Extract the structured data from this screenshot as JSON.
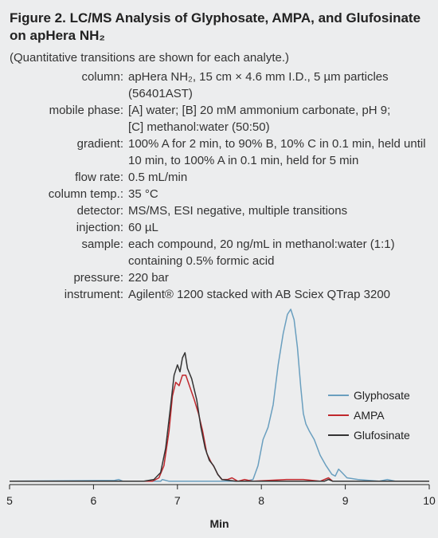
{
  "figure": {
    "title": "Figure 2. LC/MS Analysis of Glyphosate, AMPA, and Glufosinate on apHera NH₂",
    "subtitle": "(Quantitative transitions are shown for each analyte.)"
  },
  "params": [
    {
      "label": "column:",
      "lines": [
        "apHera NH₂, 15 cm × 4.6 mm I.D., 5 µm particles",
        "(56401AST)"
      ]
    },
    {
      "label": "mobile phase:",
      "lines": [
        "[A] water; [B] 20 mM ammonium carbonate, pH 9;",
        "[C] methanol:water (50:50)"
      ]
    },
    {
      "label": "gradient:",
      "lines": [
        "100% A for 2 min, to 90% B, 10% C in 0.1 min, held until",
        "10 min, to 100% A in 0.1 min, held for 5 min"
      ]
    },
    {
      "label": "flow rate:",
      "lines": [
        "0.5 mL/min"
      ]
    },
    {
      "label": "column temp.:",
      "lines": [
        "35 °C"
      ]
    },
    {
      "label": "detector:",
      "lines": [
        "MS/MS, ESI negative, multiple transitions"
      ]
    },
    {
      "label": "injection:",
      "lines": [
        "60 µL"
      ]
    },
    {
      "label": "sample:",
      "lines": [
        "each compound, 20 ng/mL in methanol:water (1:1)",
        "containing 0.5% formic acid"
      ]
    },
    {
      "label": "pressure:",
      "lines": [
        "220 bar"
      ]
    },
    {
      "label": "instrument:",
      "lines": [
        "Agilent® 1200 stacked with AB Sciex QTrap 3200"
      ]
    }
  ],
  "chart_data": {
    "type": "line",
    "title": "",
    "xlabel": "Min",
    "ylabel": "",
    "xlim": [
      5,
      10
    ],
    "ylim": [
      0,
      1
    ],
    "xticks": [
      "5",
      "6",
      "7",
      "8",
      "9",
      "10"
    ],
    "grid": false,
    "legend": "right",
    "series": [
      {
        "name": "Glyphosate",
        "color": "#6a9fbf",
        "points": [
          [
            5,
            0.01
          ],
          [
            6.25,
            0.015
          ],
          [
            6.3,
            0.02
          ],
          [
            6.35,
            0.01
          ],
          [
            6.7,
            0.01
          ],
          [
            6.8,
            0.01
          ],
          [
            6.82,
            0.02
          ],
          [
            6.9,
            0.01
          ],
          [
            7.05,
            0.01
          ],
          [
            7.5,
            0.01
          ],
          [
            7.8,
            0.01
          ],
          [
            7.9,
            0.02
          ],
          [
            7.96,
            0.1
          ],
          [
            8.02,
            0.25
          ],
          [
            8.08,
            0.32
          ],
          [
            8.14,
            0.45
          ],
          [
            8.2,
            0.68
          ],
          [
            8.26,
            0.86
          ],
          [
            8.31,
            0.97
          ],
          [
            8.35,
            1.0
          ],
          [
            8.39,
            0.94
          ],
          [
            8.43,
            0.78
          ],
          [
            8.47,
            0.55
          ],
          [
            8.5,
            0.4
          ],
          [
            8.53,
            0.34
          ],
          [
            8.57,
            0.3
          ],
          [
            8.63,
            0.25
          ],
          [
            8.7,
            0.16
          ],
          [
            8.77,
            0.1
          ],
          [
            8.84,
            0.05
          ],
          [
            8.88,
            0.04
          ],
          [
            8.92,
            0.08
          ],
          [
            8.96,
            0.06
          ],
          [
            9.02,
            0.03
          ],
          [
            9.15,
            0.02
          ],
          [
            9.4,
            0.01
          ],
          [
            9.5,
            0.02
          ],
          [
            9.6,
            0.01
          ],
          [
            10,
            0.01
          ]
        ]
      },
      {
        "name": "AMPA",
        "color": "#c0282d",
        "points": [
          [
            5,
            0.01
          ],
          [
            6.6,
            0.01
          ],
          [
            6.7,
            0.01
          ],
          [
            6.78,
            0.03
          ],
          [
            6.84,
            0.1
          ],
          [
            6.9,
            0.3
          ],
          [
            6.94,
            0.5
          ],
          [
            6.98,
            0.58
          ],
          [
            7.02,
            0.56
          ],
          [
            7.06,
            0.62
          ],
          [
            7.1,
            0.62
          ],
          [
            7.15,
            0.55
          ],
          [
            7.2,
            0.48
          ],
          [
            7.25,
            0.4
          ],
          [
            7.3,
            0.3
          ],
          [
            7.35,
            0.17
          ],
          [
            7.4,
            0.12
          ],
          [
            7.44,
            0.09
          ],
          [
            7.48,
            0.05
          ],
          [
            7.53,
            0.02
          ],
          [
            7.6,
            0.02
          ],
          [
            7.65,
            0.03
          ],
          [
            7.72,
            0.01
          ],
          [
            7.8,
            0.02
          ],
          [
            7.9,
            0.01
          ],
          [
            8.3,
            0.02
          ],
          [
            8.5,
            0.02
          ],
          [
            8.7,
            0.01
          ],
          [
            8.8,
            0.03
          ],
          [
            8.85,
            0.01
          ],
          [
            10,
            0.01
          ]
        ]
      },
      {
        "name": "Glufosinate",
        "color": "#333333",
        "points": [
          [
            5,
            0.01
          ],
          [
            6.6,
            0.01
          ],
          [
            6.72,
            0.02
          ],
          [
            6.8,
            0.06
          ],
          [
            6.86,
            0.2
          ],
          [
            6.92,
            0.45
          ],
          [
            6.96,
            0.62
          ],
          [
            7.0,
            0.68
          ],
          [
            7.03,
            0.64
          ],
          [
            7.06,
            0.72
          ],
          [
            7.09,
            0.75
          ],
          [
            7.12,
            0.66
          ],
          [
            7.17,
            0.6
          ],
          [
            7.23,
            0.48
          ],
          [
            7.28,
            0.32
          ],
          [
            7.33,
            0.2
          ],
          [
            7.38,
            0.13
          ],
          [
            7.43,
            0.1
          ],
          [
            7.48,
            0.05
          ],
          [
            7.53,
            0.02
          ],
          [
            7.7,
            0.01
          ],
          [
            8.0,
            0.01
          ],
          [
            8.5,
            0.01
          ],
          [
            8.75,
            0.01
          ],
          [
            8.8,
            0.02
          ],
          [
            8.85,
            0.01
          ],
          [
            10,
            0.01
          ]
        ]
      }
    ]
  }
}
